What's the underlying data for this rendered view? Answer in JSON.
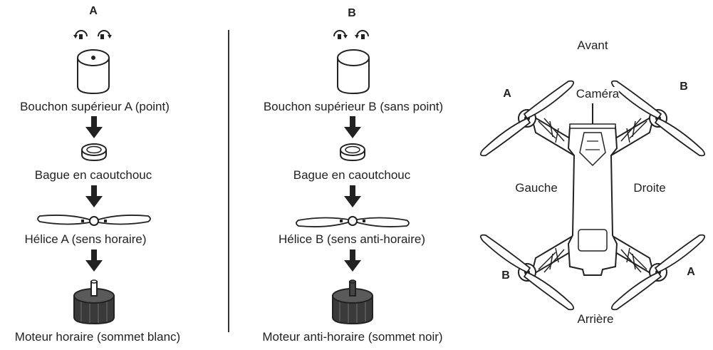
{
  "column_a": {
    "title": "A",
    "cap_label": "Bouchon supérieur A (point)",
    "ring_label": "Bague en caoutchouc",
    "prop_label": "Hélice A (sens horaire)",
    "motor_label": "Moteur horaire (sommet blanc)"
  },
  "column_b": {
    "title": "B",
    "cap_label": "Bouchon supérieur B (sans point)",
    "ring_label": "Bague en caoutchouc",
    "prop_label": "Hélice B (sens anti-horaire)",
    "motor_label": "Moteur anti-horaire (sommet noir)"
  },
  "drone": {
    "front": "Avant",
    "back": "Arrière",
    "left": "Gauche",
    "right": "Droite",
    "camera": "Caméra",
    "front_left_prop": "A",
    "front_right_prop": "B",
    "rear_left_prop": "B",
    "rear_right_prop": "A"
  }
}
